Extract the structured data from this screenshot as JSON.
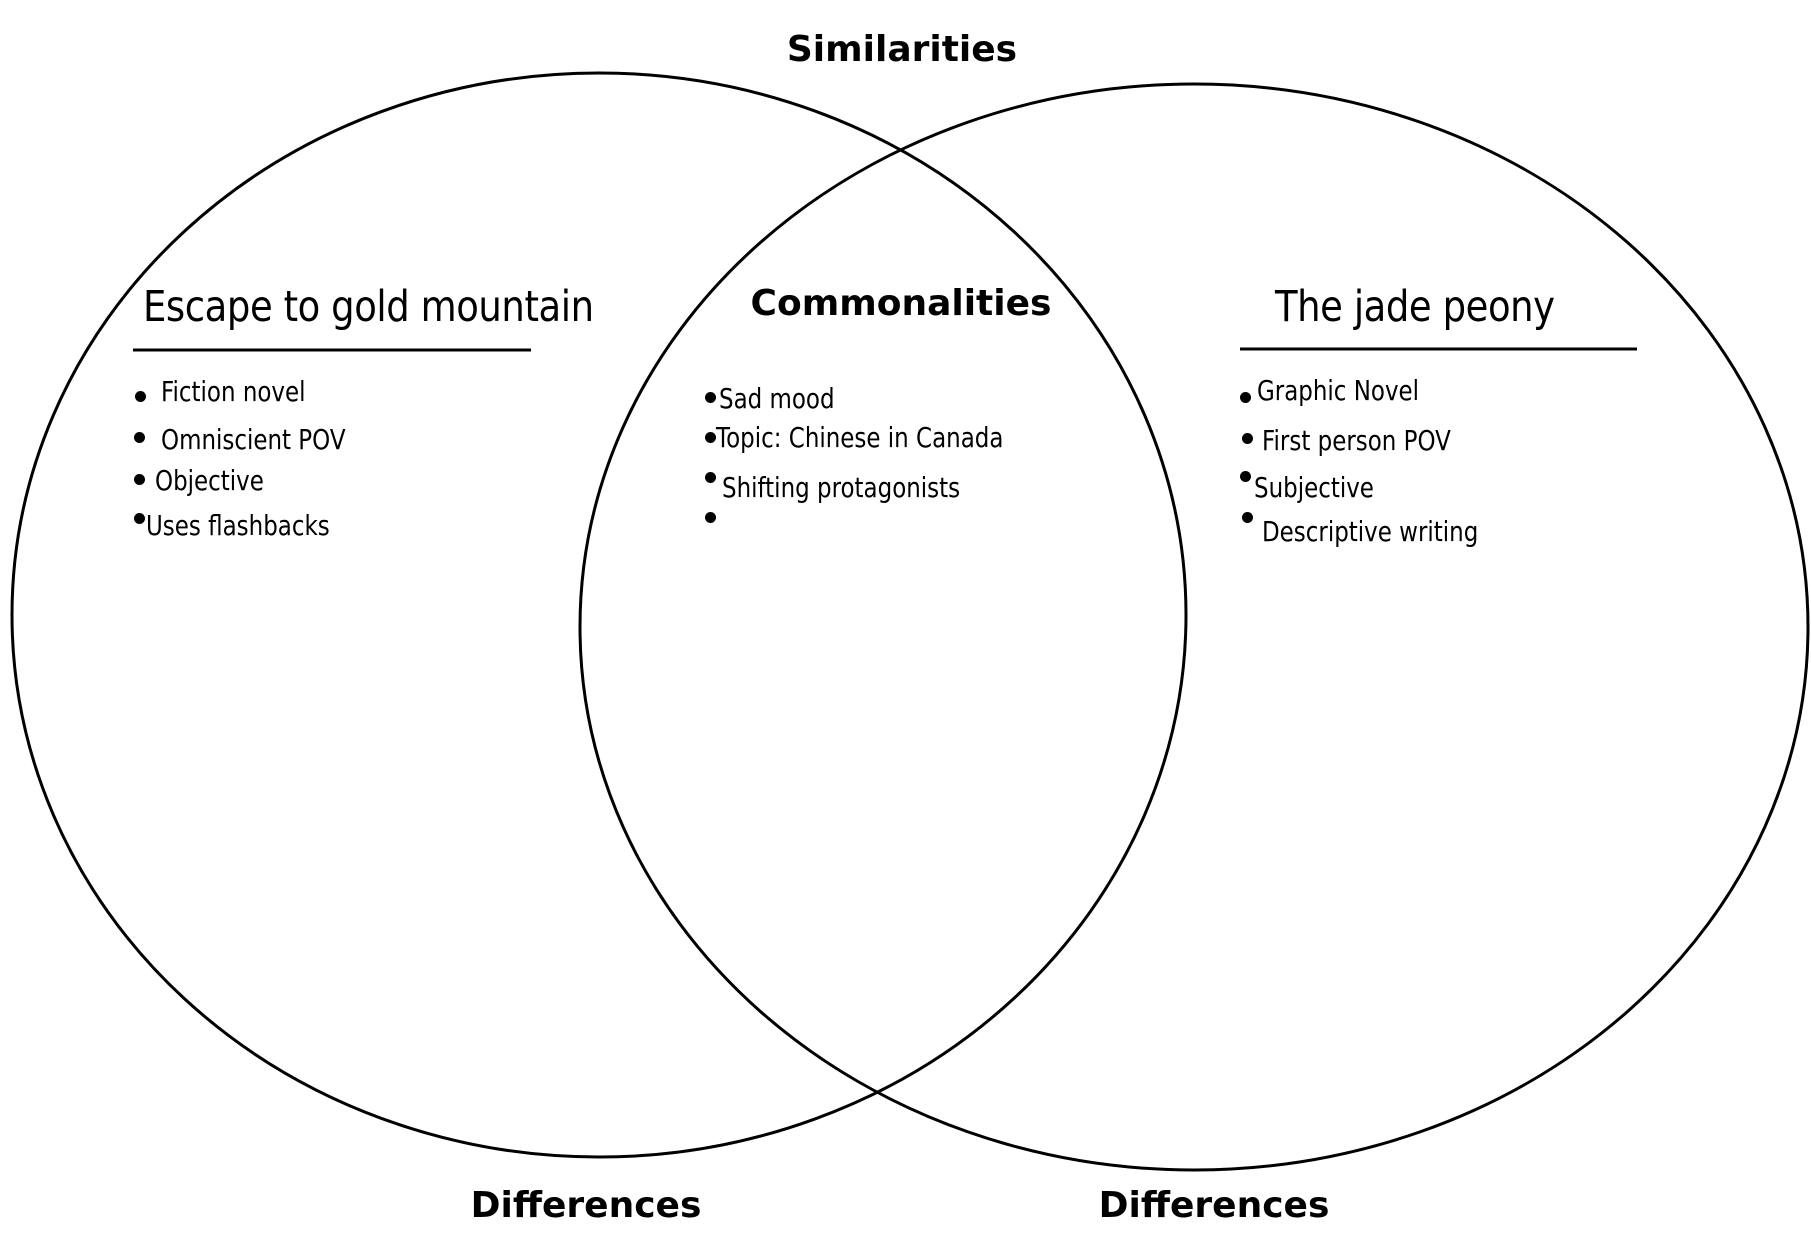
{
  "diagram": {
    "top_label": "Similarities",
    "bottom_label_left": "Differences",
    "bottom_label_right": "Differences",
    "left": {
      "title": "Escape to gold mountain",
      "items": [
        "Fiction novel",
        "Omniscient POV",
        "Objective",
        "Uses flashbacks"
      ]
    },
    "center": {
      "title": "Commonalities",
      "items": [
        "Sad mood",
        "Topic: Chinese in Canada",
        "Shifting protagonists",
        ""
      ]
    },
    "right": {
      "title": "The jade peony",
      "items": [
        "Graphic Novel",
        "First person POV",
        "Subjective",
        "Descriptive writing"
      ]
    },
    "line_color": "#000000"
  }
}
